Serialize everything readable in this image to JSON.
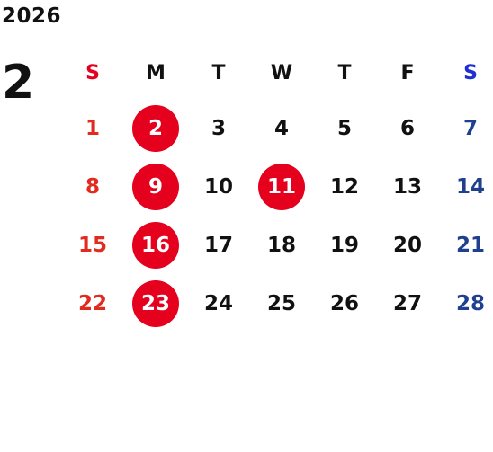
{
  "calendar": {
    "year": "2026",
    "month": "2",
    "weekdays": [
      "S",
      "M",
      "T",
      "W",
      "T",
      "F",
      "S"
    ],
    "weeks": [
      [
        "1",
        "2",
        "3",
        "4",
        "5",
        "6",
        "7"
      ],
      [
        "8",
        "9",
        "10",
        "11",
        "12",
        "13",
        "14"
      ],
      [
        "15",
        "16",
        "17",
        "18",
        "19",
        "20",
        "21"
      ],
      [
        "22",
        "23",
        "24",
        "25",
        "26",
        "27",
        "28"
      ]
    ],
    "highlighted_days": [
      "2",
      "9",
      "11",
      "16",
      "23"
    ]
  },
  "colors": {
    "highlight": "#e5001e",
    "sunday": "#e02b1e",
    "saturday": "#1f3f8f",
    "saturday_header": "#1f2fcf",
    "text": "#111111"
  }
}
